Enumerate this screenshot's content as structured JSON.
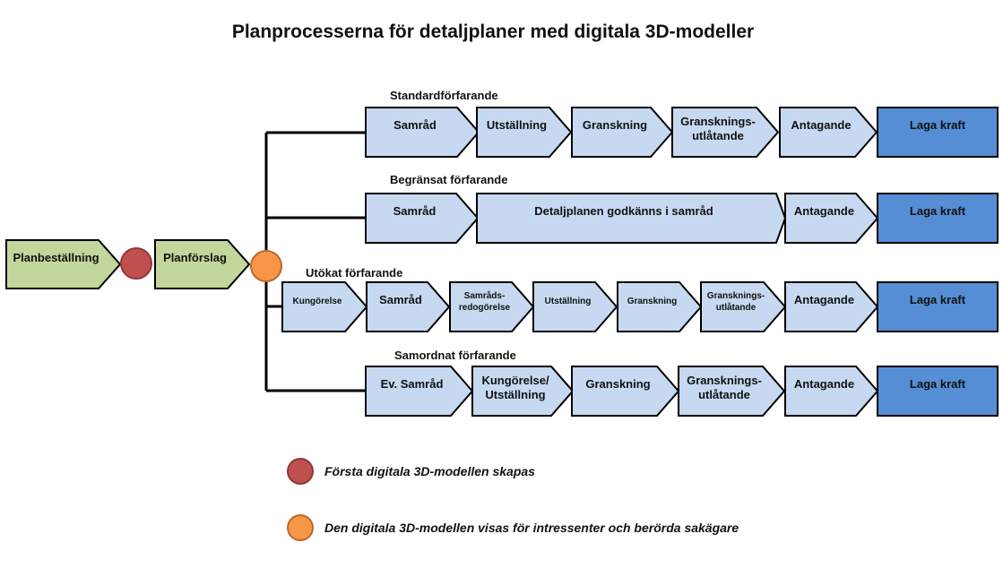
{
  "title": "Planprocesserna för detaljplaner med digitala 3D-modeller",
  "colors": {
    "start_fill": "#c3d69b",
    "start_stroke": "#000000",
    "step_fill": "#c6d9f1",
    "final_fill": "#558ed5",
    "red_dot": "#c0504d",
    "red_dot_stroke": "#8b3a38",
    "orange_dot": "#f79646",
    "orange_dot_stroke": "#b66a2e",
    "line": "#000000"
  },
  "start_chain": [
    {
      "label": "Planbeställning",
      "type": "start"
    },
    {
      "label": "Planförslag",
      "type": "start"
    }
  ],
  "tracks": [
    {
      "name": "Standardförfarande",
      "steps": [
        {
          "label": "Samråd",
          "type": "step",
          "size": "normal"
        },
        {
          "label": "Utställning",
          "type": "step",
          "size": "normal"
        },
        {
          "label": "Granskning",
          "type": "step",
          "size": "normal"
        },
        {
          "label": "Gransknings-\nutlåtande",
          "type": "step",
          "size": "normal"
        },
        {
          "label": "Antagande",
          "type": "step",
          "size": "normal"
        },
        {
          "label": "Laga kraft",
          "type": "final",
          "size": "normal"
        }
      ]
    },
    {
      "name": "Begränsat förfarande",
      "steps": [
        {
          "label": "Samråd",
          "type": "step",
          "size": "normal"
        },
        {
          "label": "Detaljplanen godkänns i samråd",
          "type": "bar",
          "size": "normal"
        },
        {
          "label": "Antagande",
          "type": "step",
          "size": "normal"
        },
        {
          "label": "Laga kraft",
          "type": "final",
          "size": "normal"
        }
      ]
    },
    {
      "name": "Utökat förfarande",
      "steps": [
        {
          "label": "Kungörelse",
          "type": "step",
          "size": "small"
        },
        {
          "label": "Samråd",
          "type": "step",
          "size": "normal"
        },
        {
          "label": "Samråds-\nredogörelse",
          "type": "step",
          "size": "small"
        },
        {
          "label": "Utställning",
          "type": "step",
          "size": "small"
        },
        {
          "label": "Granskning",
          "type": "step",
          "size": "small"
        },
        {
          "label": "Gransknings-\nutlåtande",
          "type": "step",
          "size": "small"
        },
        {
          "label": "Antagande",
          "type": "step",
          "size": "normal"
        },
        {
          "label": "Laga kraft",
          "type": "final",
          "size": "normal"
        }
      ]
    },
    {
      "name": "Samordnat förfarande",
      "steps": [
        {
          "label": "Ev. Samråd",
          "type": "step",
          "size": "normal"
        },
        {
          "label": "Kungörelse/\nUtställning",
          "type": "step",
          "size": "normal"
        },
        {
          "label": "Granskning",
          "type": "step",
          "size": "normal"
        },
        {
          "label": "Gransknings-\nutlåtande",
          "type": "step",
          "size": "normal"
        },
        {
          "label": "Antagande",
          "type": "step",
          "size": "normal"
        },
        {
          "label": "Laga kraft",
          "type": "final",
          "size": "normal"
        }
      ]
    }
  ],
  "legend": [
    {
      "marker": "red-dot",
      "text": "Första digitala 3D-modellen skapas"
    },
    {
      "marker": "orange-dot",
      "text": "Den digitala 3D-modellen visas för intressenter och berörda sakägare"
    }
  ]
}
